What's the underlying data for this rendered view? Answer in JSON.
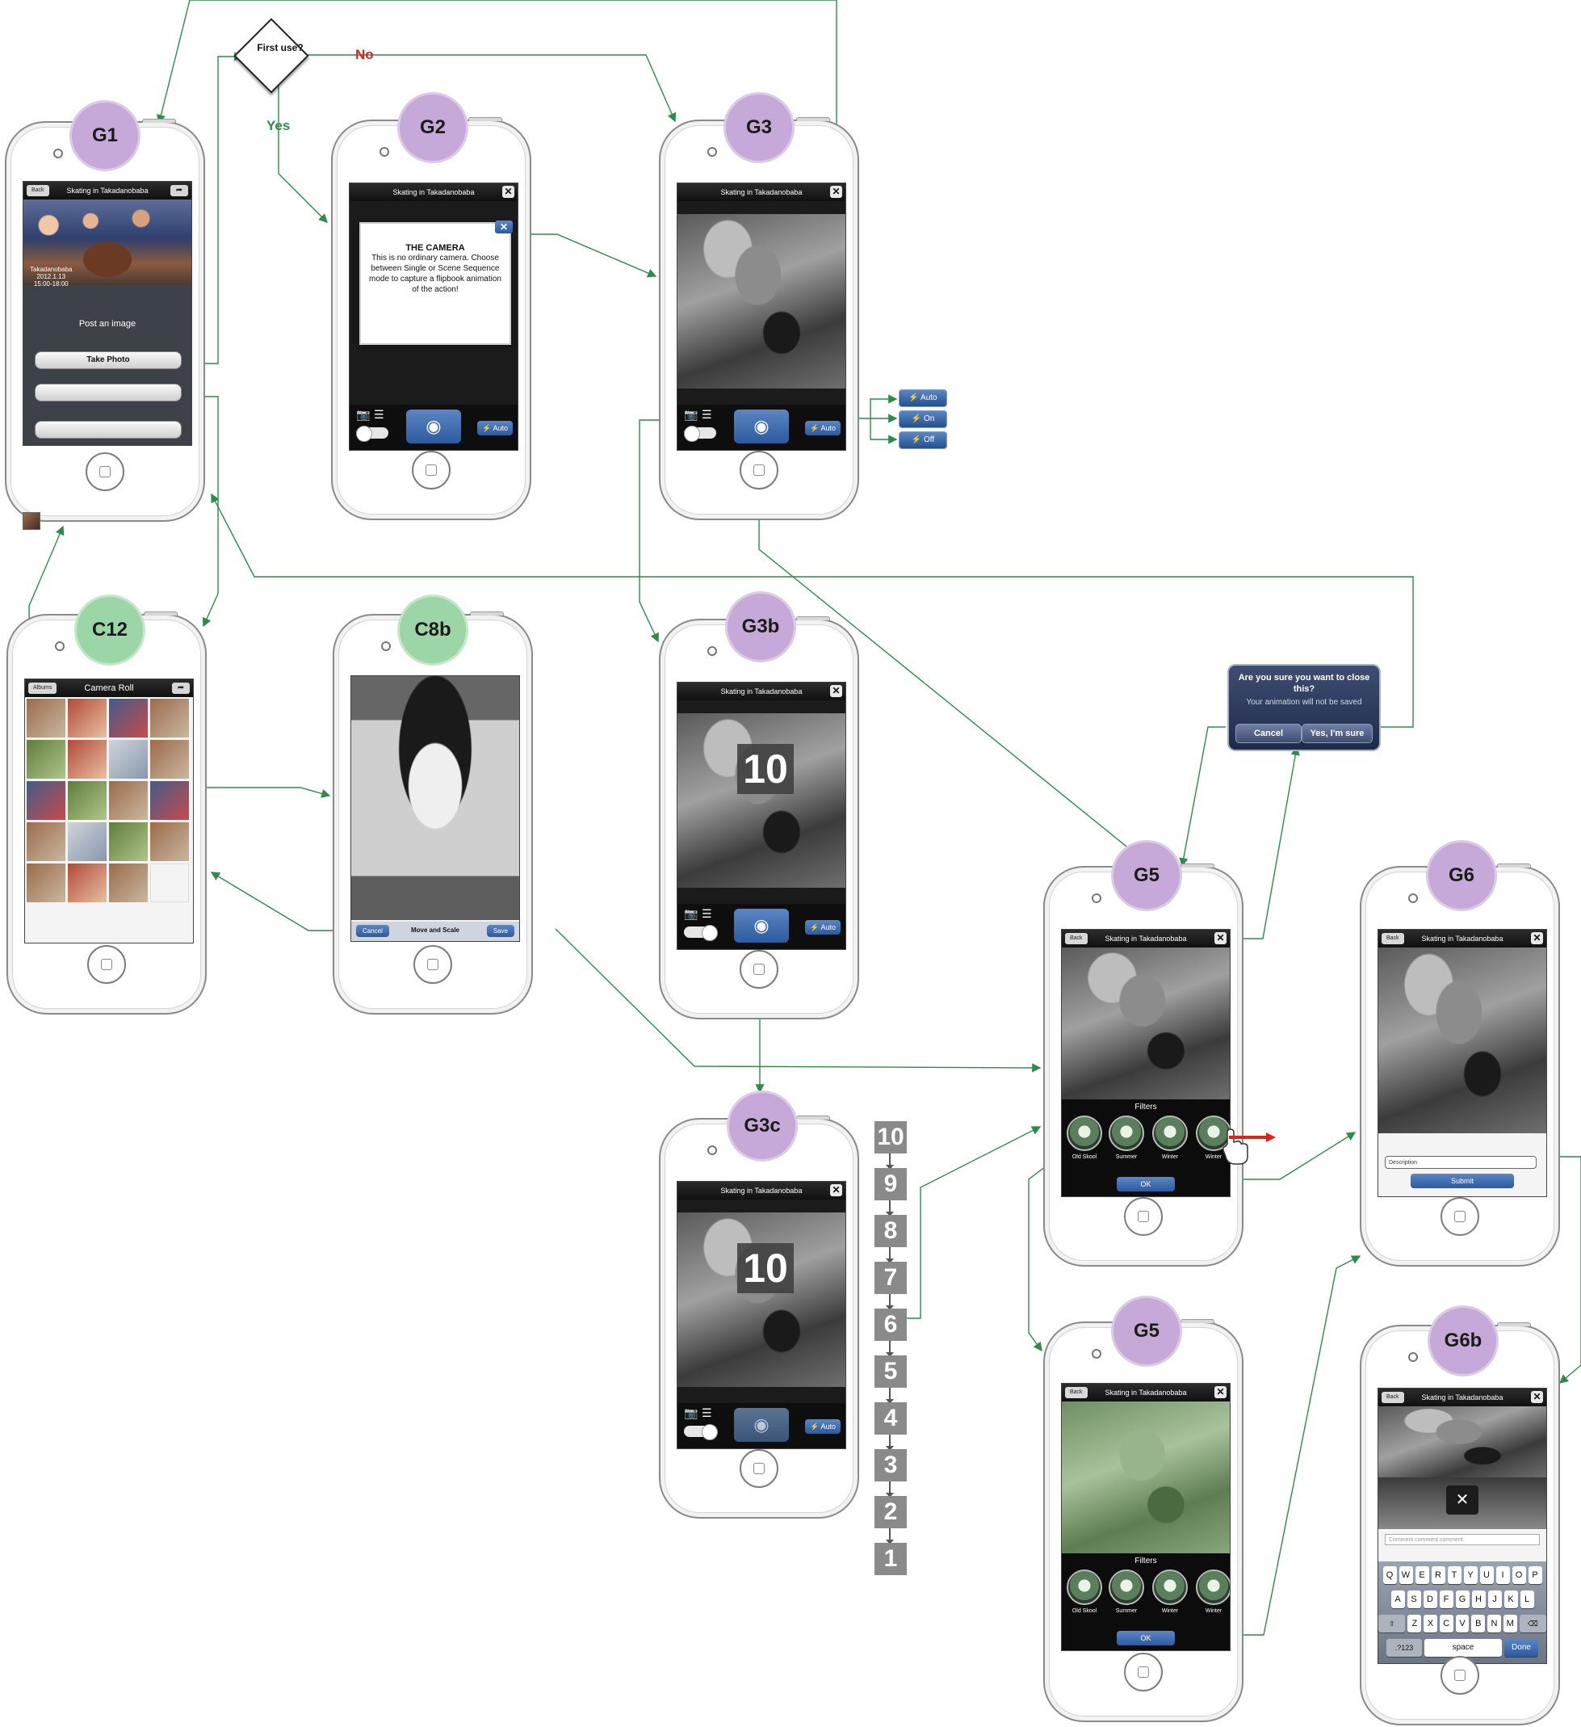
{
  "decision": {
    "question": "First use?",
    "yes": "Yes",
    "no": "No"
  },
  "screen_title": "Skating in Takadanobaba",
  "back_label": "Back",
  "close_glyph": "✕",
  "flash_label": "Auto",
  "g1": {
    "id": "G1",
    "event_name": "Takadanobaba",
    "event_date": "2012.1.13",
    "event_time": "15:00-18:00",
    "post_label": "Post an image",
    "take_photo": "Take Photo"
  },
  "g2": {
    "id": "G2",
    "heading": "THE CAMERA",
    "body": "This is no ordinary camera. Choose between Single or Scene Sequence mode to capture a flipbook animation of the action!"
  },
  "g3": {
    "id": "G3"
  },
  "g3b": {
    "id": "G3b",
    "count": "10"
  },
  "g3c": {
    "id": "G3c",
    "count": "10"
  },
  "flash_options": [
    "Auto",
    "On",
    "Off"
  ],
  "c12": {
    "id": "C12",
    "albums": "Albums",
    "title": "Camera Roll"
  },
  "c8b": {
    "id": "C8b",
    "cancel": "Cancel",
    "title": "Move and Scale",
    "save": "Save"
  },
  "g5": {
    "id": "G5",
    "filters_title": "Filters",
    "filters": [
      "Old Skool",
      "Summer",
      "Winter",
      "Winter"
    ],
    "ok": "OK"
  },
  "confirm": {
    "question": "Are you sure you want to close this?",
    "subtitle": "Your animation will not be saved",
    "cancel": "Cancel",
    "confirm": "Yes, I'm sure"
  },
  "g6": {
    "id": "G6",
    "description_placeholder": "Description",
    "submit": "Submit"
  },
  "g6b": {
    "id": "G6b",
    "comment_placeholder": "Comment comment comment",
    "row1": [
      "Q",
      "W",
      "E",
      "R",
      "T",
      "Y",
      "U",
      "I",
      "O",
      "P"
    ],
    "row2": [
      "A",
      "S",
      "D",
      "F",
      "G",
      "H",
      "J",
      "K",
      "L"
    ],
    "row3": [
      "Z",
      "X",
      "C",
      "V",
      "B",
      "N",
      "M"
    ],
    "numbers_key": ".?123",
    "space_key": "space",
    "done_key": "Done"
  },
  "countdown": [
    "10",
    "9",
    "8",
    "7",
    "6",
    "5",
    "4",
    "3",
    "2",
    "1"
  ],
  "colors": {
    "arrow": "#2e8b4a",
    "no_label": "#d9241c",
    "yes_label": "#2e8b4a",
    "accent": "#2d5a9f"
  }
}
